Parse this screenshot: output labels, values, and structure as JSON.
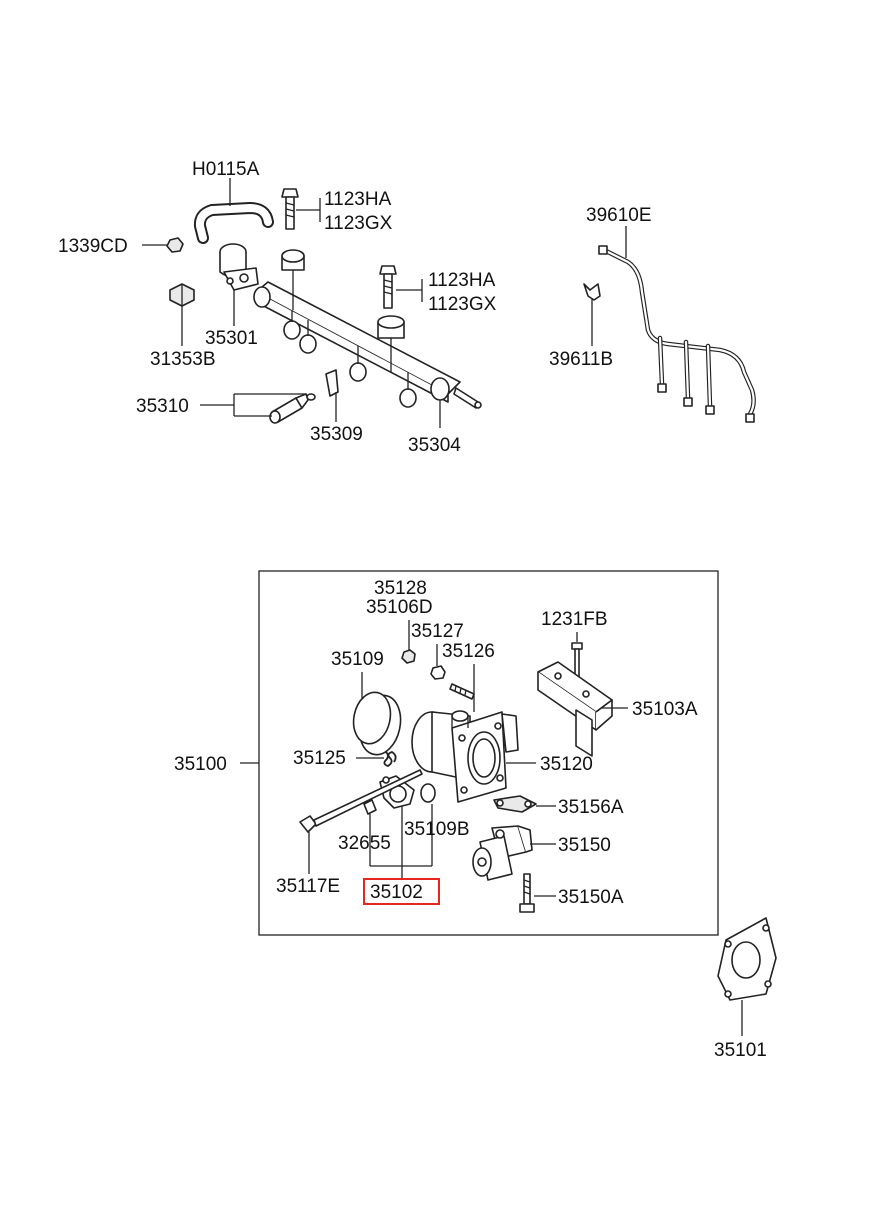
{
  "labels": {
    "h0115a": "H0115A",
    "b1123ha_1": "1123HA",
    "b1123gx_1": "1123GX",
    "n1339cd": "1339CD",
    "v35301": "35301",
    "c31353b": "31353B",
    "b1123ha_2": "1123HA",
    "b1123gx_2": "1123GX",
    "inj35310": "35310",
    "clip35309": "35309",
    "rail35304": "35304",
    "wh39610e": "39610E",
    "br39611b": "39611B",
    "s35128": "35128",
    "s35106d": "35106D",
    "s35127": "35127",
    "s35126": "35126",
    "s35109": "35109",
    "b1231fb": "1231FB",
    "br35103a": "35103A",
    "tb35100": "35100",
    "sp35125": "35125",
    "tb35120": "35120",
    "g35156a": "35156A",
    "tps32655": "32655",
    "tps35109b": "35109B",
    "isc35150": "35150",
    "sc35117e": "35117E",
    "tps35102": "35102",
    "b35150a": "35150A",
    "gk35101": "35101"
  },
  "highlight": {
    "part": "35102",
    "color": "#e8261f"
  }
}
